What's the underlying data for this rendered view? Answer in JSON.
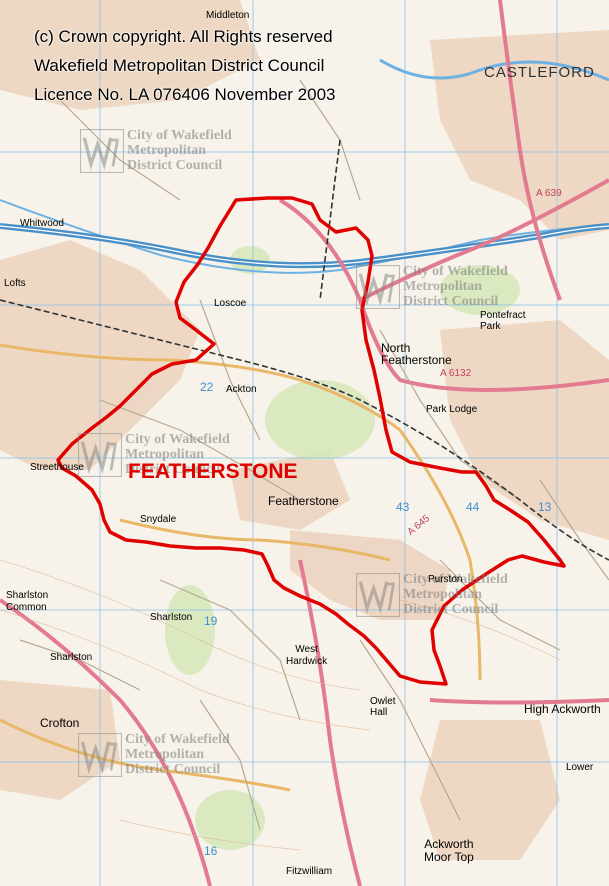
{
  "copyright": {
    "line1": "(c) Crown copyright. All Rights reserved",
    "line2": "Wakefield Metropolitan District Council",
    "line3": "Licence No. LA 076406  November 2003"
  },
  "area_label": "FEATHERSTONE",
  "colors": {
    "boundary": "#e00000",
    "background": "#f7f3ea",
    "grid": "#7fb8e8",
    "motorway": "#4a90c8",
    "a_road": "#e0708a",
    "b_road": "#e8b060",
    "urban": "#e8c9b0",
    "woodland": "#cfe3b0"
  },
  "watermark": {
    "logo_icon": "wakefield-council-logo-icon",
    "text_lines": [
      "City of Wakefield",
      "Metropolitan",
      "District Council"
    ]
  },
  "places": [
    {
      "key": "castleford",
      "text": "CASTLEFORD"
    },
    {
      "key": "featherstone",
      "text": "Featherstone"
    },
    {
      "key": "north_featherstone",
      "text": "North\nFeatherstone"
    },
    {
      "key": "ackton",
      "text": "Ackton"
    },
    {
      "key": "west_hardwick",
      "text": "West\nHardwick"
    },
    {
      "key": "high_ackworth",
      "text": "High Ackworth"
    },
    {
      "key": "crofton",
      "text": "Crofton"
    },
    {
      "key": "sharlston",
      "text": "Sharlston"
    },
    {
      "key": "sharlston_common",
      "text": "Sharlston\nCommon"
    },
    {
      "key": "ackworth_moor_top",
      "text": "Ackworth\nMoor Top"
    },
    {
      "key": "fitzwilliam",
      "text": "Fitzwilliam"
    },
    {
      "key": "pontefract_park",
      "text": "Pontefract\nPark"
    },
    {
      "key": "middleton",
      "text": "Middleton"
    },
    {
      "key": "streethouse",
      "text": "Streethouse"
    },
    {
      "key": "snydale",
      "text": "Snydale"
    },
    {
      "key": "purston",
      "text": "Purston"
    },
    {
      "key": "park_lodge",
      "text": "Park Lodge"
    },
    {
      "key": "owlet_hall",
      "text": "Owlet\nHall"
    },
    {
      "key": "loscoe",
      "text": "Loscoe"
    },
    {
      "key": "whitwood",
      "text": "Whitwood"
    },
    {
      "key": "lofts",
      "text": "Lofts"
    },
    {
      "key": "sharlston_a",
      "text": "Sharlston"
    },
    {
      "key": "lower",
      "text": "Lower"
    }
  ],
  "grid_numbers": {
    "g22": "22",
    "g19": "19",
    "g16": "16",
    "g43": "43",
    "g44": "44",
    "g13": "13"
  },
  "roads": {
    "a639": "A 639",
    "a645": "A 645",
    "a6132": "A 6132"
  }
}
